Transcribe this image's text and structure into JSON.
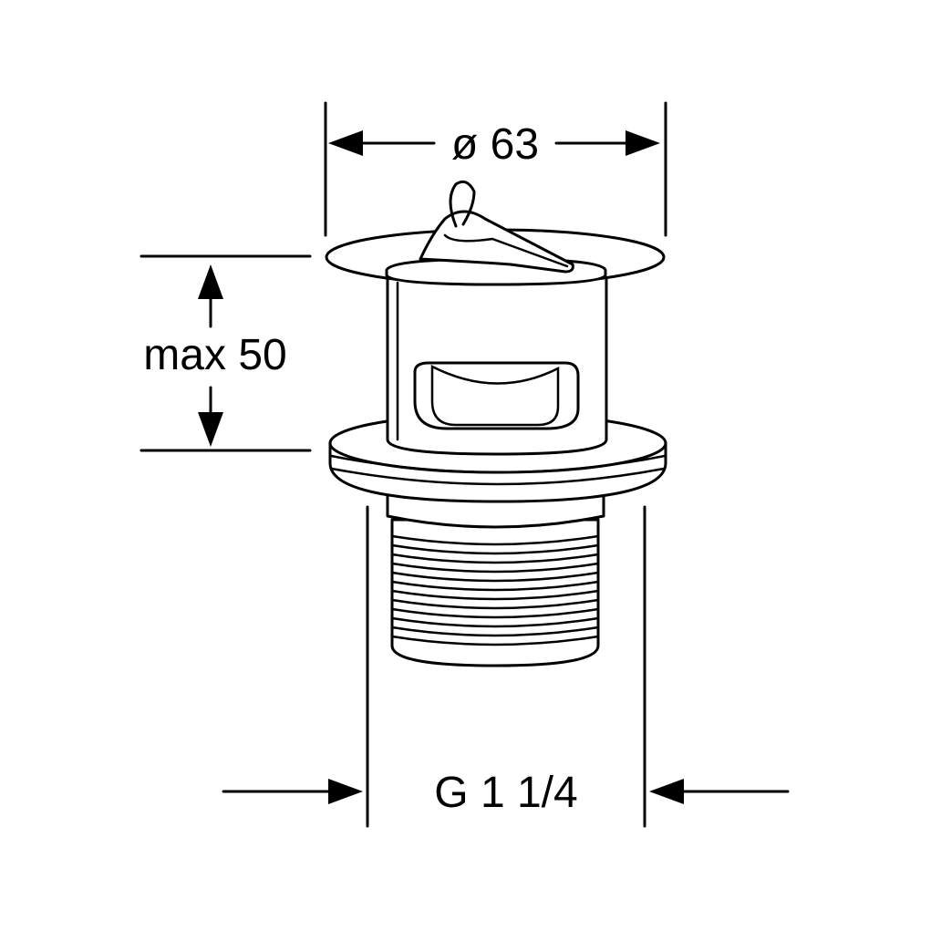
{
  "dimensions": {
    "diameter": "ø 63",
    "height": "max 50",
    "thread": "G 1 1/4"
  },
  "colors": {
    "line": "#000000",
    "background": "#ffffff"
  }
}
